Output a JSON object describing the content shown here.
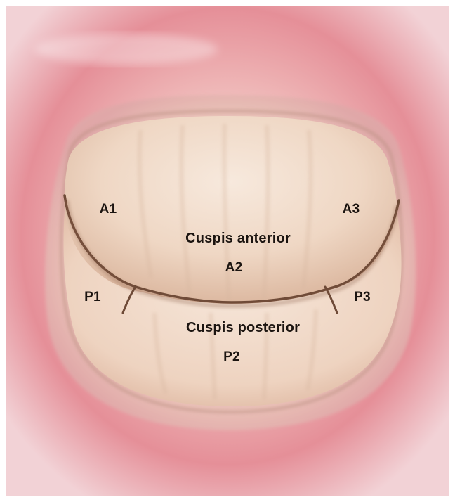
{
  "labels": {
    "a1": "A1",
    "a3": "A3",
    "anterior_name": "Cuspis anterior",
    "a2": "A2",
    "p1": "P1",
    "p3": "P3",
    "posterior_name": "Cuspis posterior",
    "p2": "P2"
  },
  "colors": {
    "background": "#ffffff",
    "annulus_outer": "#e48a93",
    "annulus_inner": "#f3c9c4",
    "leaflet_light": "#f4e2d4",
    "leaflet_mid": "#e7c9b3",
    "coaptation_line": "#6e4a37",
    "label_text": "#1b1410"
  }
}
